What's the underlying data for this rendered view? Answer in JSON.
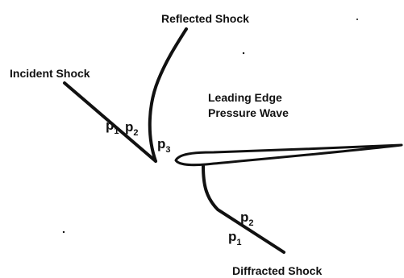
{
  "labels": {
    "reflected_shock": "Reflected Shock",
    "incident_shock": "Incident Shock",
    "leading_edge_line1": "Leading Edge",
    "leading_edge_line2": "Pressure Wave",
    "diffracted_shock": "Diffracted Shock"
  },
  "pressures": {
    "incident_p1": {
      "base": "p",
      "sub": "1"
    },
    "incident_p2": {
      "base": "p",
      "sub": "2"
    },
    "reflected_p3": {
      "base": "p",
      "sub": "3"
    },
    "diffracted_p2": {
      "base": "p",
      "sub": "2"
    },
    "diffracted_p1": {
      "base": "p",
      "sub": "1"
    }
  },
  "colors": {
    "ink": "#111111",
    "background": "#ffffff"
  }
}
